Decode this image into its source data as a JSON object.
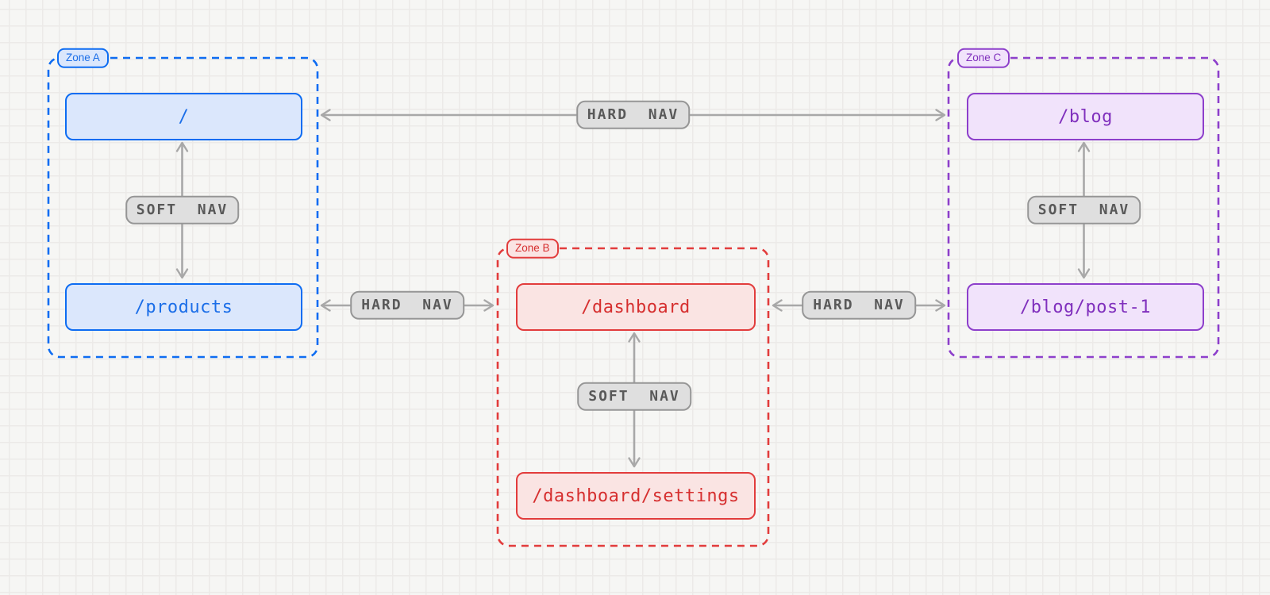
{
  "diagram": {
    "zones": [
      {
        "id": "zone-a",
        "label": "Zone A",
        "color_key": "blue",
        "nodes": [
          "/",
          "/products"
        ]
      },
      {
        "id": "zone-b",
        "label": "Zone B",
        "color_key": "red",
        "nodes": [
          "/dashboard",
          "/dashboard/settings"
        ]
      },
      {
        "id": "zone-c",
        "label": "Zone C",
        "color_key": "purple",
        "nodes": [
          "/blog",
          "/blog/post-1"
        ]
      }
    ],
    "edges": [
      {
        "from": "/",
        "to": "/blog",
        "type": "hard",
        "label": "HARD NAV",
        "direction": "bidirectional"
      },
      {
        "from": "/",
        "to": "/products",
        "type": "soft",
        "label": "SOFT NAV",
        "direction": "bidirectional"
      },
      {
        "from": "/products",
        "to": "/dashboard",
        "type": "hard",
        "label": "HARD NAV",
        "direction": "bidirectional"
      },
      {
        "from": "/dashboard",
        "to": "/dashboard/settings",
        "type": "soft",
        "label": "SOFT NAV",
        "direction": "bidirectional"
      },
      {
        "from": "/dashboard",
        "to": "/blog/post-1",
        "type": "hard",
        "label": "HARD NAV",
        "direction": "bidirectional"
      },
      {
        "from": "/blog",
        "to": "/blog/post-1",
        "type": "soft",
        "label": "SOFT NAV",
        "direction": "bidirectional"
      }
    ],
    "colors": {
      "background": "#f6f6f4",
      "grid_line": "#eceae8",
      "zone_a_border": "#0d6cf2",
      "zone_a_fill": "#dbe7fc",
      "zone_a_text": "#1b6ee8",
      "zone_b_border": "#e23c3c",
      "zone_b_fill": "#fae4e3",
      "zone_b_text": "#d62f2f",
      "zone_c_border": "#8d3fcb",
      "zone_c_fill": "#f1e3fb",
      "zone_c_text": "#8030bd",
      "badge_fill": "#dfdfdf",
      "badge_border": "#969696",
      "badge_text": "#595959",
      "arrow": "#a8a8a8"
    }
  }
}
